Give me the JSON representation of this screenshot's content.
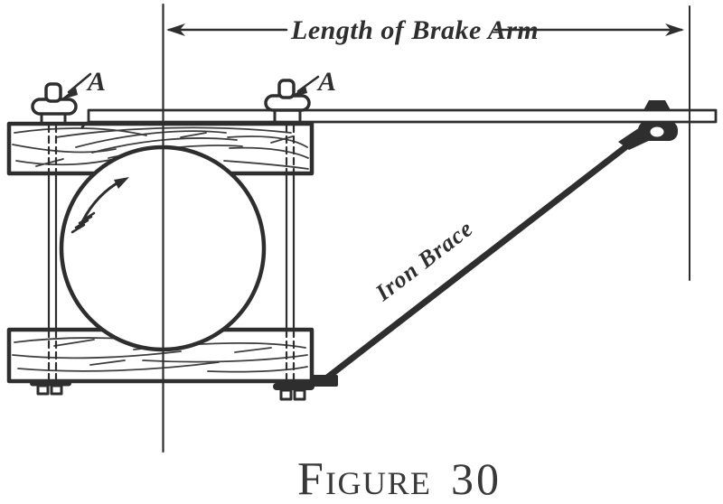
{
  "figure": {
    "labels": {
      "dimension": "Length of Brake Arm",
      "bolt_left": "A",
      "bolt_right": "A",
      "brace": "Iron Brace"
    },
    "caption": {
      "initial": "F",
      "rest": "IGURE",
      "number": "30"
    },
    "colors": {
      "ink": "#2e2e2e",
      "paper": "#ffffff"
    }
  }
}
